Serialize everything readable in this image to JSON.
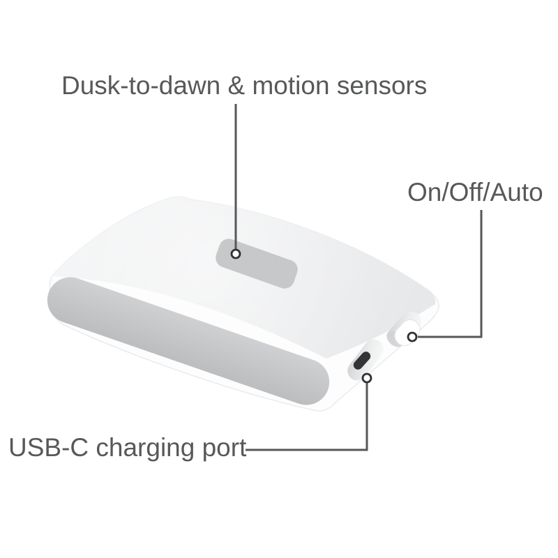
{
  "figure": {
    "description": "annotated product illustration of a white sensor light device"
  },
  "callouts": {
    "sensors": {
      "label": "Dusk-to-dawn & motion sensors",
      "target": "sensor-window"
    },
    "mode": {
      "label": "On/Off/Auto",
      "target": "mode-button"
    },
    "usb": {
      "label": "USB-C charging port",
      "target": "usb-c-port"
    }
  },
  "device": {
    "parts": [
      "sensor-window",
      "light-lens-panel",
      "mode-button",
      "usb-c-port"
    ]
  },
  "colors": {
    "background": "#ffffff",
    "label_text": "#57585a",
    "callout_line": "#56575a",
    "callout_dot_stroke": "#2f3032",
    "device_body": "#fdfdfe",
    "device_top_face": "#edeef0",
    "light_lens_panel": "#c4c5c7",
    "sensor_window": "#c7c8ca",
    "usb_slot": "#333437"
  }
}
